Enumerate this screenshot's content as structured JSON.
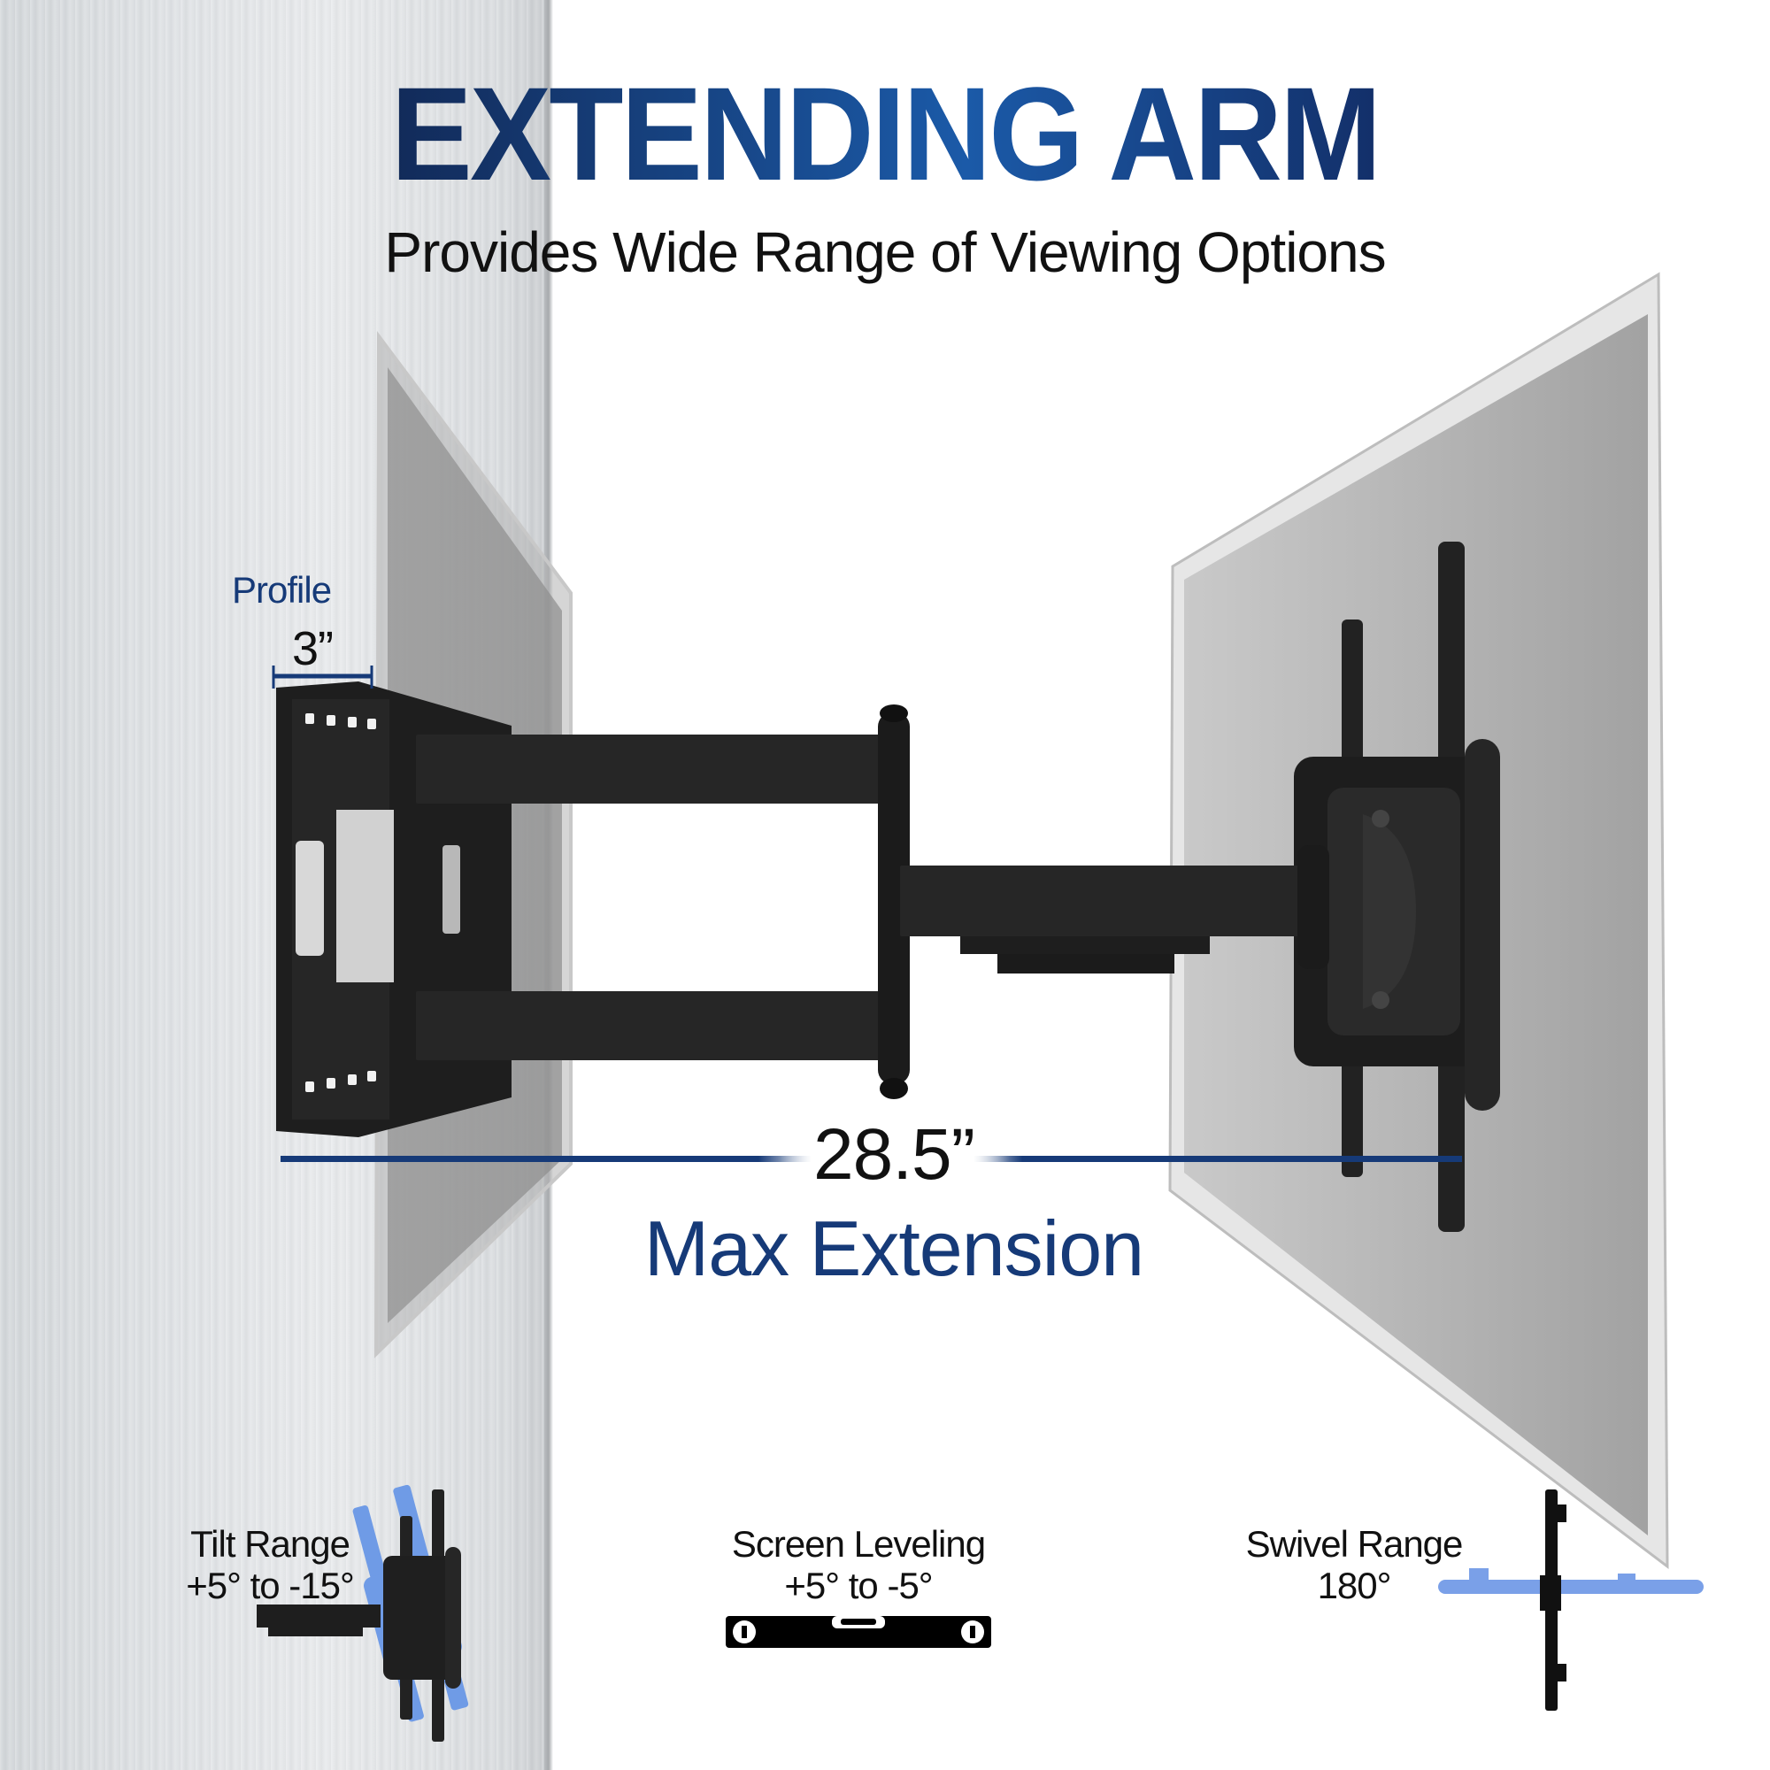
{
  "header": {
    "title": "EXTENDING ARM",
    "subtitle": "Provides Wide Range of Viewing Options"
  },
  "callouts": {
    "profile": {
      "label": "Profile",
      "value": "3”"
    },
    "extension": {
      "value": "28.5”",
      "label": "Max Extension"
    }
  },
  "features": [
    {
      "title": "Tilt Range",
      "value": "+5° to -15°",
      "icon": "tilt-bracket-icon"
    },
    {
      "title": "Screen Leveling",
      "value": "+5° to -5°",
      "icon": "spirit-level-icon"
    },
    {
      "title": "Swivel Range",
      "value": "180°",
      "icon": "swivel-bracket-icon"
    }
  ],
  "colors": {
    "brand_navy": "#163a78",
    "brand_blue": "#1b5aa8",
    "highlight_blue": "#6f9be6",
    "hardware_black": "#1f1f1f",
    "tv_gray": "#a8a8a8",
    "wall_gray": "#dfe2e5"
  }
}
